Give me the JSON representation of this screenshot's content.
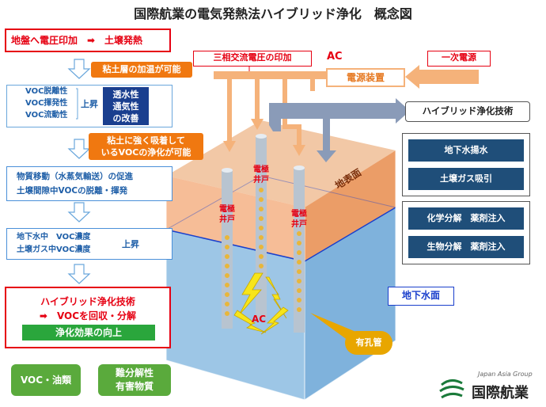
{
  "title": "国際航業の電気発熱法ハイブリッド浄化　概念図",
  "left_flow": {
    "step1": "地盤へ電圧印加　➡　土壌発熱",
    "callout1": "粘土層の加温が可能",
    "step2_lines": [
      "VOC脱離性",
      "VOC揮発性",
      "VOC流動性"
    ],
    "step2_up": "上昇",
    "step2_box_lines": [
      "透水性",
      "通気性",
      "の改善"
    ],
    "callout2_lines": [
      "粘土に強く吸着して",
      "いるVOCの浄化が可能"
    ],
    "step3_lines": [
      "物質移動（水蒸気輸送）の促進",
      "土壌間隙中VOCの脱離・揮発"
    ],
    "step4_lines": [
      "地下水中　VOC濃度",
      "土壌ガス中VOC濃度"
    ],
    "step4_up": "上昇",
    "step5_line1": "ハイブリッド浄化技術",
    "step5_line2": "➡　VOCを回収・分解",
    "step5_green": "浄化効果の向上",
    "result1": "VOC・油類",
    "result2_lines": [
      "難分解性",
      "有害物質"
    ]
  },
  "diagram": {
    "three_phase": "三相交流電圧の印加",
    "ac_top": "AC",
    "primary_power": "一次電源",
    "power_unit": "電源装置",
    "hybrid_label": "ハイブリッド浄化技術",
    "methods_group1": [
      "地下水揚水",
      "土壌ガス吸引"
    ],
    "methods_group2": [
      "化学分解　薬剤注入",
      "生物分解　薬剤注入"
    ],
    "well_label_lines": [
      "電極",
      "井戸"
    ],
    "ground_surface": "地表面",
    "groundwater_level": "地下水面",
    "ac_center": "AC",
    "perforated_pipe": "有孔管"
  },
  "logo": {
    "tagline": "Japan Asia Group",
    "name": "国際航業"
  },
  "colors": {
    "red": "#e60012",
    "orange": "#f07810",
    "light_orange": "#f5b27a",
    "blue": "#4a90d9",
    "navy": "#1f4e79",
    "green": "#5aaa3c"
  }
}
